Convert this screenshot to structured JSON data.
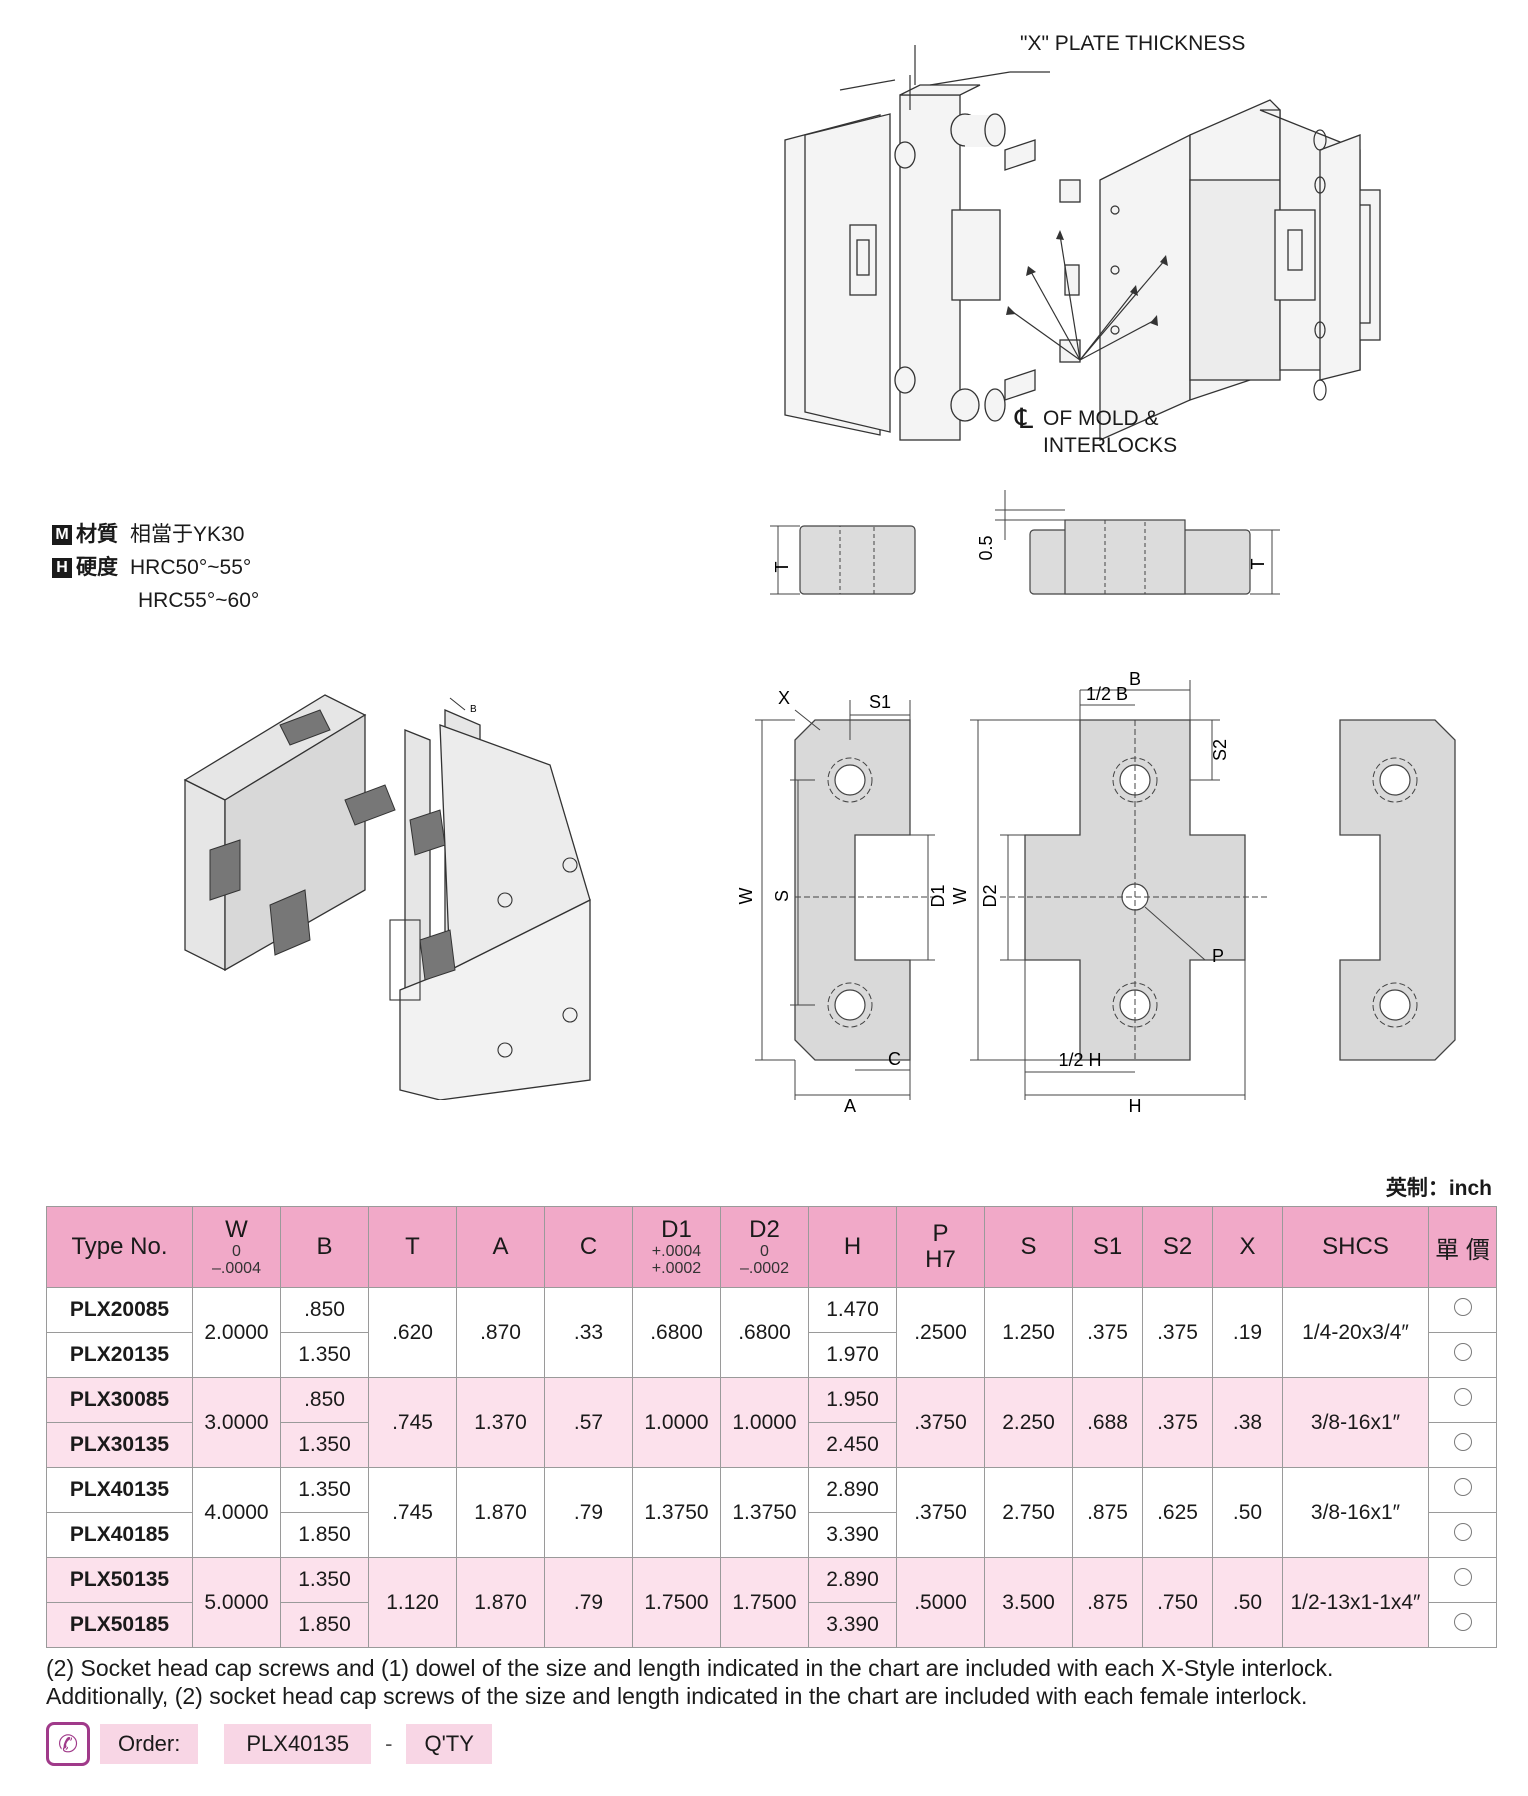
{
  "diagram": {
    "plate_thickness_label": "\"X\" PLATE THICKNESS",
    "centerline_label_1": "OF MOLD &",
    "centerline_label_2": "INTERLOCKS",
    "dim_T": "T",
    "dim_05": "0.5",
    "dim_X": "X",
    "dim_S1": "S1",
    "dim_W": "W",
    "dim_S": "S",
    "dim_D1": "D1",
    "dim_C": "C",
    "dim_A": "A",
    "dim_B": "B",
    "dim_half_B": "1/2 B",
    "dim_S2": "S2",
    "dim_D2": "D2",
    "dim_P": "P",
    "dim_half_H": "1/2 H",
    "dim_H": "H",
    "iso_B": "B"
  },
  "spec": {
    "material_badge": "M",
    "material_label": "材質",
    "material_value": "相當于YK30",
    "hardness_badge": "H",
    "hardness_label": "硬度",
    "hardness_value_1": "HRC50°~55°",
    "hardness_value_2": "HRC55°~60°"
  },
  "unit_label": "英制：inch",
  "table": {
    "headers": {
      "type": "Type No.",
      "W": "W",
      "W_tol1": "0",
      "W_tol2": "–.0004",
      "B": "B",
      "T": "T",
      "A": "A",
      "C": "C",
      "D1": "D1",
      "D1_tol1": "+.0004",
      "D1_tol2": "+.0002",
      "D2": "D2",
      "D2_tol1": "0",
      "D2_tol2": "–.0002",
      "H": "H",
      "P": "P",
      "P_tol": "H7",
      "S": "S",
      "S1": "S1",
      "S2": "S2",
      "X": "X",
      "SHCS": "SHCS",
      "price": "單 價"
    },
    "groups": [
      {
        "rows": [
          {
            "type": "PLX20085",
            "B": ".850",
            "H": "1.470"
          },
          {
            "type": "PLX20135",
            "B": "1.350",
            "H": "1.970"
          }
        ],
        "W": "2.0000",
        "T": ".620",
        "A": ".870",
        "C": ".33",
        "D1": ".6800",
        "D2": ".6800",
        "P": ".2500",
        "S": "1.250",
        "S1": ".375",
        "S2": ".375",
        "X": ".19",
        "SHCS": "1/4-20x3/4″"
      },
      {
        "rows": [
          {
            "type": "PLX30085",
            "B": ".850",
            "H": "1.950"
          },
          {
            "type": "PLX30135",
            "B": "1.350",
            "H": "2.450"
          }
        ],
        "W": "3.0000",
        "T": ".745",
        "A": "1.370",
        "C": ".57",
        "D1": "1.0000",
        "D2": "1.0000",
        "P": ".3750",
        "S": "2.250",
        "S1": ".688",
        "S2": ".375",
        "X": ".38",
        "SHCS": "3/8-16x1″"
      },
      {
        "rows": [
          {
            "type": "PLX40135",
            "B": "1.350",
            "H": "2.890"
          },
          {
            "type": "PLX40185",
            "B": "1.850",
            "H": "3.390"
          }
        ],
        "W": "4.0000",
        "T": ".745",
        "A": "1.870",
        "C": ".79",
        "D1": "1.3750",
        "D2": "1.3750",
        "P": ".3750",
        "S": "2.750",
        "S1": ".875",
        "S2": ".625",
        "X": ".50",
        "SHCS": "3/8-16x1″"
      },
      {
        "rows": [
          {
            "type": "PLX50135",
            "B": "1.350",
            "H": "2.890"
          },
          {
            "type": "PLX50185",
            "B": "1.850",
            "H": "3.390"
          }
        ],
        "W": "5.0000",
        "T": "1.120",
        "A": "1.870",
        "C": ".79",
        "D1": "1.7500",
        "D2": "1.7500",
        "P": ".5000",
        "S": "3.500",
        "S1": ".875",
        "S2": ".750",
        "X": ".50",
        "SHCS": "1/2-13x1-1x4″"
      }
    ]
  },
  "notes": {
    "line1": "(2) Socket head cap screws and (1) dowel of the size and length indicated in the chart are included with each X-Style interlock.",
    "line2": "Additionally, (2) socket head cap screws of the size and length indicated in the chart are included with each female interlock."
  },
  "order": {
    "icon": "phone-icon",
    "label": "Order:",
    "example": "PLX40135",
    "separator": "-",
    "qty": "Q'TY"
  }
}
